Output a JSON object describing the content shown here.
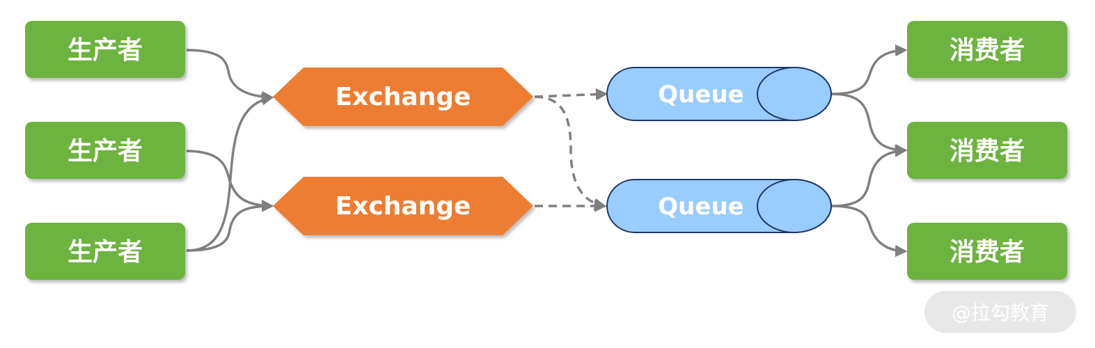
{
  "producers": [
    {
      "label": "生产者"
    },
    {
      "label": "生产者"
    },
    {
      "label": "生产者"
    }
  ],
  "exchanges": [
    {
      "label": "Exchange"
    },
    {
      "label": "Exchange"
    }
  ],
  "queues": [
    {
      "label": "Queue"
    },
    {
      "label": "Queue"
    }
  ],
  "consumers": [
    {
      "label": "消费者"
    },
    {
      "label": "消费者"
    },
    {
      "label": "消费者"
    }
  ],
  "watermark": {
    "text": "@拉勾教育"
  },
  "colors": {
    "producer_fill": "#6db33f",
    "consumer_fill": "#6db33f",
    "exchange_fill": "#ed7d31",
    "queue_fill": "#99ccff",
    "queue_stroke": "#1f3864",
    "connector": "#7f7f7f",
    "watermark_bg": "#e6e6e6"
  }
}
